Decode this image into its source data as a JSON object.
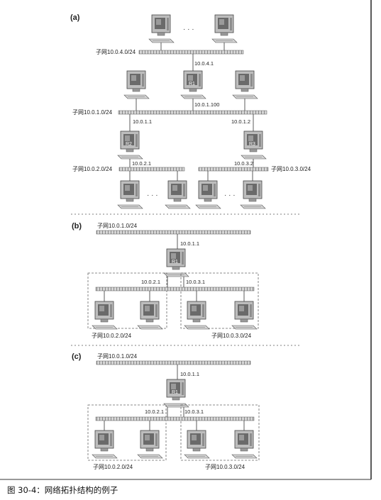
{
  "caption": "图 30-4：网络拓扑结构的例子",
  "panels": {
    "a": {
      "letter": "(a)",
      "subnets": {
        "top": "子网10.0.4.0/24",
        "mid": "子网10.0.1.0/24",
        "left": "子网10.0.2.0/24",
        "right": "子网10.0.3.0/24"
      },
      "addresses": {
        "a1": "10.0.4.1",
        "a2": "10.0.1.100",
        "a3": "10.0.1.1",
        "a4": "10.0.1.2",
        "a5": "10.0.2.1",
        "a6": "10.0.3.2"
      },
      "routers": {
        "r1": "R1",
        "r2": "R2",
        "r3": "R3"
      },
      "ellipsis": "· · ·"
    },
    "b": {
      "letter": "(b)",
      "subnets": {
        "top": "子网10.0.1.0/24",
        "left": "子网10.0.2.0/24",
        "right": "子网10.0.3.0/24"
      },
      "addresses": {
        "a1": "10.0.1.1",
        "a2": "10.0.2.1",
        "a3": "10.0.3.1"
      },
      "routers": {
        "r1": "R1"
      }
    },
    "c": {
      "letter": "(c)",
      "subnets": {
        "top": "子网10.0.1.0/24",
        "left": "子网10.0.2.0/24",
        "right": "子网10.0.3.0/24"
      },
      "addresses": {
        "a1": "10.0.1.1",
        "a2": "10.0.2.1",
        "a3": "10.0.3.1"
      },
      "routers": {
        "r1": "R1"
      }
    }
  }
}
